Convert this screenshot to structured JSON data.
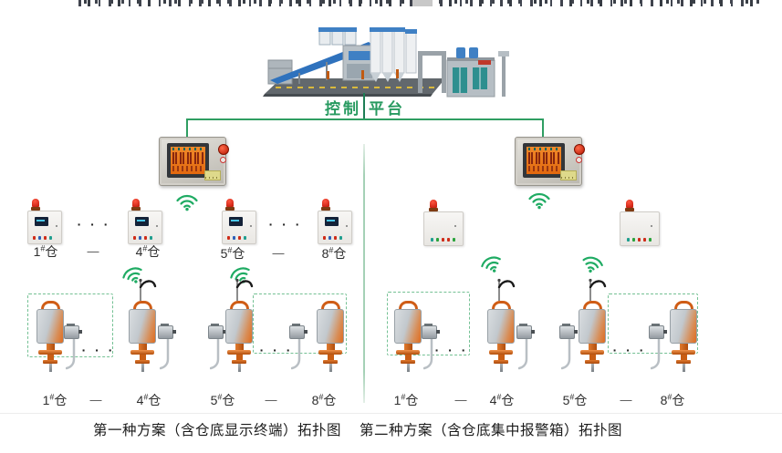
{
  "platform": {
    "label_left": "控制",
    "label_right": "平台"
  },
  "glyphs": {
    "hash": "#",
    "bin": "仓",
    "dots": "· · ·",
    "dash": "—"
  },
  "scheme1": {
    "caption": "第一种方案（含仓底显示终端）拓扑图",
    "top_row_bins": [
      "1",
      "4",
      "5",
      "8"
    ],
    "bottom_row_bins": [
      "1",
      "4",
      "5",
      "8"
    ]
  },
  "scheme2": {
    "caption": "第二种方案（含仓底集中报警箱）拓扑图",
    "bottom_row_bins": [
      "1",
      "4",
      "5",
      "8"
    ]
  },
  "colors": {
    "accent_green": "#2f9e62",
    "dashed_green": "#74c194",
    "alarm_red": "#c01608",
    "screen_orange": "#e8791e",
    "device_orange": "#df6d20"
  }
}
